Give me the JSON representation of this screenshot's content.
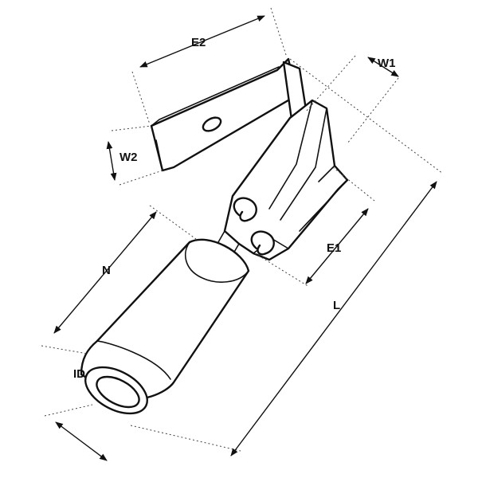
{
  "labels": {
    "e2": "E2",
    "w1": "W1",
    "w2": "W2",
    "e1": "E1",
    "n": "N",
    "l": "L",
    "id": "ID"
  }
}
